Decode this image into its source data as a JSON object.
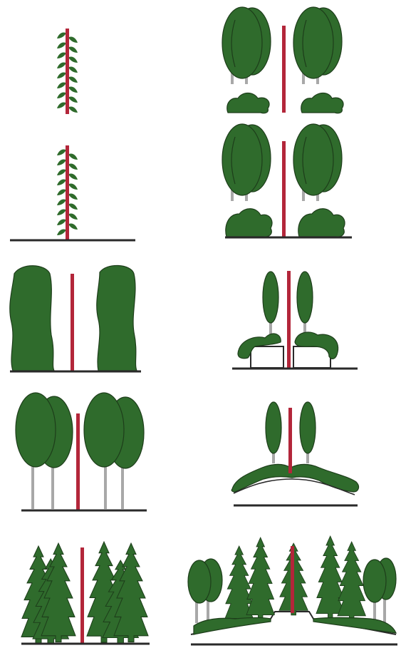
{
  "colors": {
    "background": "#ffffff",
    "foliage": "#2f6b2c",
    "foliage_edge": "#1d3d1a",
    "pole": "#b3263a",
    "ground": "#2a2a2a",
    "trunk": "#a8a8a8"
  },
  "panels": [
    {
      "id": "climbing-plant-on-pole"
    },
    {
      "id": "pole-between-broadleaf-trees-and-shrubs"
    },
    {
      "id": "climbing-plant-on-pole-with-ground"
    },
    {
      "id": "pole-between-broadleaf-trees-and-shrubs-with-ground"
    },
    {
      "id": "pole-between-hedges"
    },
    {
      "id": "pole-between-small-trees-on-low-walls"
    },
    {
      "id": "pole-between-broadleaf-trees"
    },
    {
      "id": "pole-on-mound-with-small-trees"
    },
    {
      "id": "pole-among-conifers"
    },
    {
      "id": "pole-on-embankment-among-conifers"
    }
  ]
}
